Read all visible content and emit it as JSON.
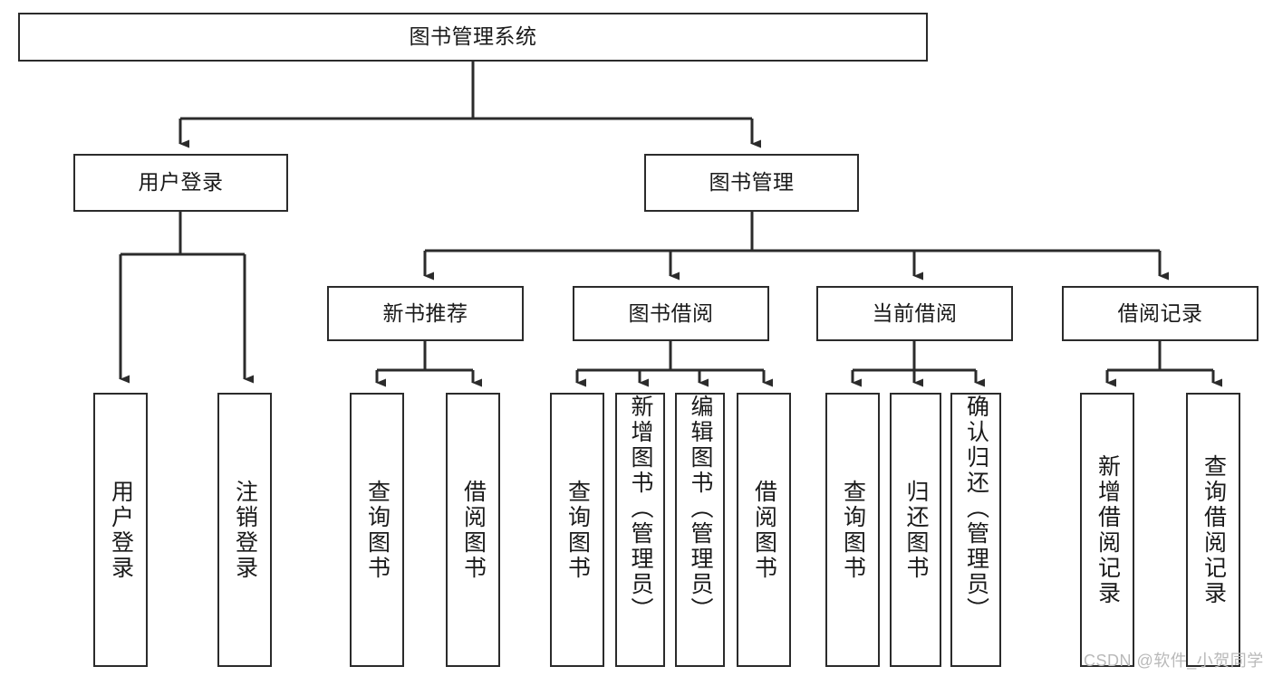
{
  "diagram": {
    "type": "hierarchy-tree",
    "title": "图书管理系统",
    "watermark": "CSDN @软件_小贺同学",
    "colors": {
      "stroke": "#2b2b2b",
      "fill": "#ffffff",
      "text": "#1a1a1a",
      "watermark": "#b9b9b9"
    },
    "nodes": {
      "root": {
        "label": "图书管理系统"
      },
      "level2": [
        {
          "label": "用户登录"
        },
        {
          "label": "图书管理"
        }
      ],
      "level3": [
        {
          "label": "新书推荐"
        },
        {
          "label": "图书借阅"
        },
        {
          "label": "当前借阅"
        },
        {
          "label": "借阅记录"
        }
      ],
      "leaves_user_login": [
        {
          "label": "用户登录"
        },
        {
          "label": "注销登录"
        }
      ],
      "leaves_new_books": [
        {
          "label": "查询图书"
        },
        {
          "label": "借阅图书"
        }
      ],
      "leaves_borrow": [
        {
          "label": "查询图书"
        },
        {
          "label": "新增图书（管理员）"
        },
        {
          "label": "编辑图书（管理员）"
        },
        {
          "label": "借阅图书"
        }
      ],
      "leaves_current": [
        {
          "label": "查询图书"
        },
        {
          "label": "归还图书"
        },
        {
          "label": "确认归还（管理员）"
        }
      ],
      "leaves_records": [
        {
          "label": "新增借阅记录"
        },
        {
          "label": "查询借阅记录"
        }
      ]
    }
  }
}
